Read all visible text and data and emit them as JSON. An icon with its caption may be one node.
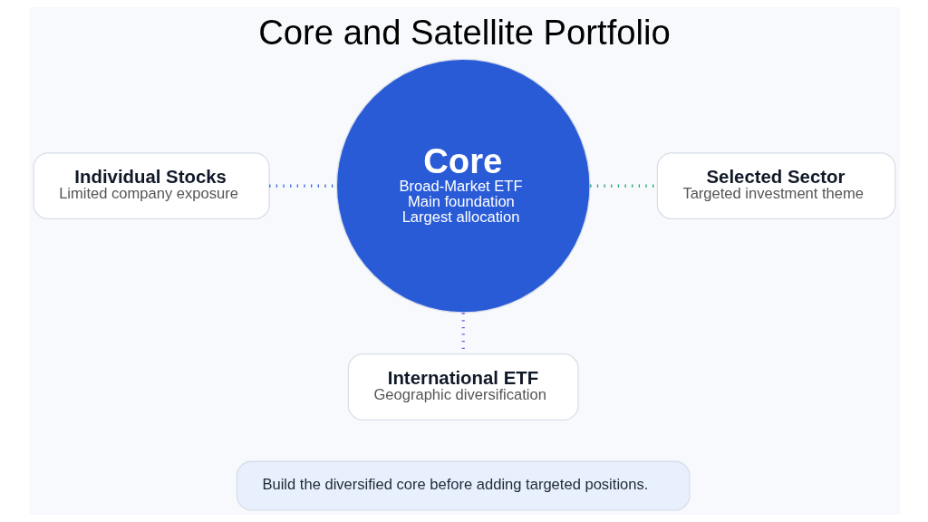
{
  "diagram": {
    "title": "Core and Satellite Portfolio",
    "nodes": [
      {
        "text": [
          "Core",
          "Broad-Market ETF",
          "Main foundation",
          "Largest allocation"
        ]
      },
      {
        "text": [
          "Individual Stocks",
          "Limited company exposure"
        ]
      },
      {
        "text": [
          "Selected Sector",
          "Targeted investment theme"
        ]
      },
      {
        "text": [
          "International ETF",
          "Geographic diversification"
        ]
      },
      {
        "text": [
          "Build the diversified core before adding targeted positions."
        ]
      }
    ],
    "edges": [
      {
        "from": 1,
        "to": 0,
        "arrow": "none",
        "style": "dashed",
        "color": "#2f5fe0"
      },
      {
        "from": 0,
        "to": 2,
        "arrow": "none",
        "style": "dashed",
        "color": "#1a9e6a"
      },
      {
        "from": 0,
        "to": 3,
        "arrow": "none",
        "style": "dashed",
        "color": "#6b5bd6"
      }
    ]
  }
}
